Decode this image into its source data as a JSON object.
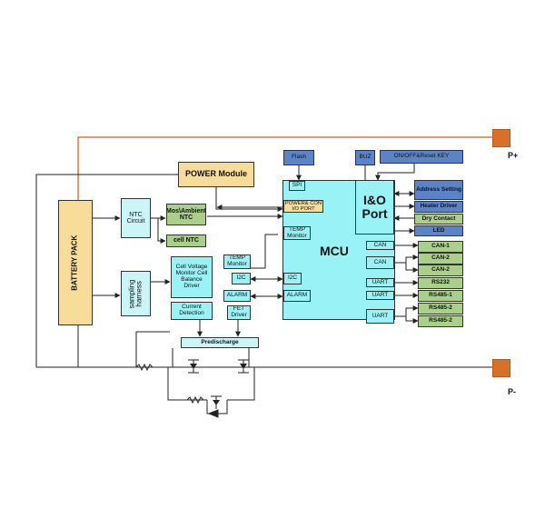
{
  "power_module": "POWER Module",
  "battery_pack": "BATTERY PACK",
  "ntc_circuit": "NTC Circuit",
  "mos_ambient_ntc": "Mos\\Ambient NTC",
  "cell_ntc": "cell NTC",
  "sampling_harness": "sampling harness",
  "cell_voltage_block": "Cell Voltage Monitor Cell Balance Driver",
  "temp_monitor_left": "TEMP Monitor",
  "i2c_left": "I2C",
  "alarm_left": "ALARM",
  "current_detection": "Current Detection",
  "fet_driver": "FET Driver",
  "predischarge": "Predischarge",
  "flash": "Flash",
  "buz": "BUZ",
  "on_off_reset_key": "ON/OFF&Reset KEY",
  "mcu": "MCU",
  "spi": "SPI",
  "power_con_port": "POWER& CON I/O PORT",
  "temp_monitor_mcu": "TEMP Monitor",
  "i2c_mcu": "I2C",
  "alarm_mcu": "ALARM",
  "io_port": "I&O Port",
  "mcu_ports": [
    "CAN",
    "CAN",
    "UART",
    "UART",
    "UART"
  ],
  "right_blue": [
    "Address Setting",
    "Heater Driver"
  ],
  "right_green_top": [
    "Dry Contact"
  ],
  "right_blue_led": "LED",
  "right_outputs": [
    "CAN-1",
    "CAN-2",
    "CAN-2",
    "RS232",
    "RS485-1",
    "RS485-2",
    "RS485-2"
  ],
  "p_plus": "P+",
  "p_minus": "P-",
  "colors": {
    "wire_orange": "#d97a3a",
    "wire_dark": "#222222",
    "mcu_fill": "#99f3f6",
    "io_blue": "#5b84c8",
    "io_green": "#a9cf8b",
    "pack_fill": "#f8dd9a"
  }
}
